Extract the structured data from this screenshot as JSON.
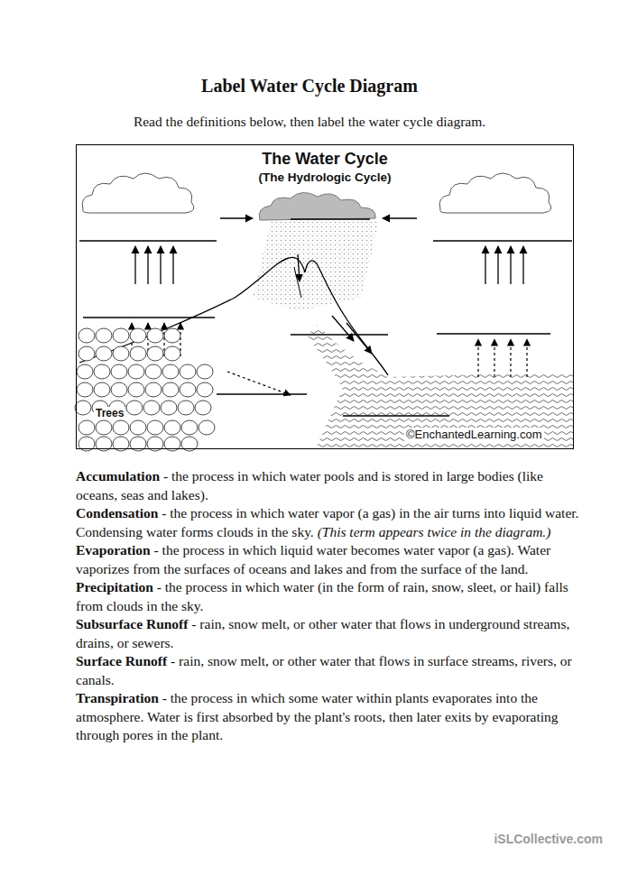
{
  "diagram": {
    "title": "Label Water Cycle Diagram",
    "nodes": [
      {
        "text": [
          "The Water Cycle",
          "(The Hydrologic Cycle)"
        ]
      }
    ],
    "labels": [
      "Read the definitions below, then label the water cycle diagram.",
      "Trees",
      "©EnchantedLearning.com",
      "Accumulation",
      "- the process in which water pools and is stored in large bodies (like oceans, seas and lakes).",
      "Condensation",
      "- the process in which water vapor (a gas) in the air turns into liquid water. Condensing water forms clouds in the sky.",
      "(This term appears twice in the diagram.)",
      "Evaporation",
      "- the process in which liquid water becomes water vapor (a gas). Water vaporizes from the surfaces of oceans and lakes and from the surface of the land.",
      "Precipitation",
      "- the process in which water (in the form of rain, snow, sleet, or hail) falls from clouds in the sky.",
      "Subsurface Runoff",
      "- rain, snow melt, or other water that flows in underground streams, drains, or sewers.",
      "Surface Runoff",
      "- rain, snow melt, or other water that flows in surface streams, rivers, or canals.",
      "Transpiration",
      "- the process in which some water within plants evaporates into the atmosphere. Water is first absorbed by the plant's roots, then later exits by evaporating through pores in the plant.",
      "iSLCollective.com"
    ]
  }
}
